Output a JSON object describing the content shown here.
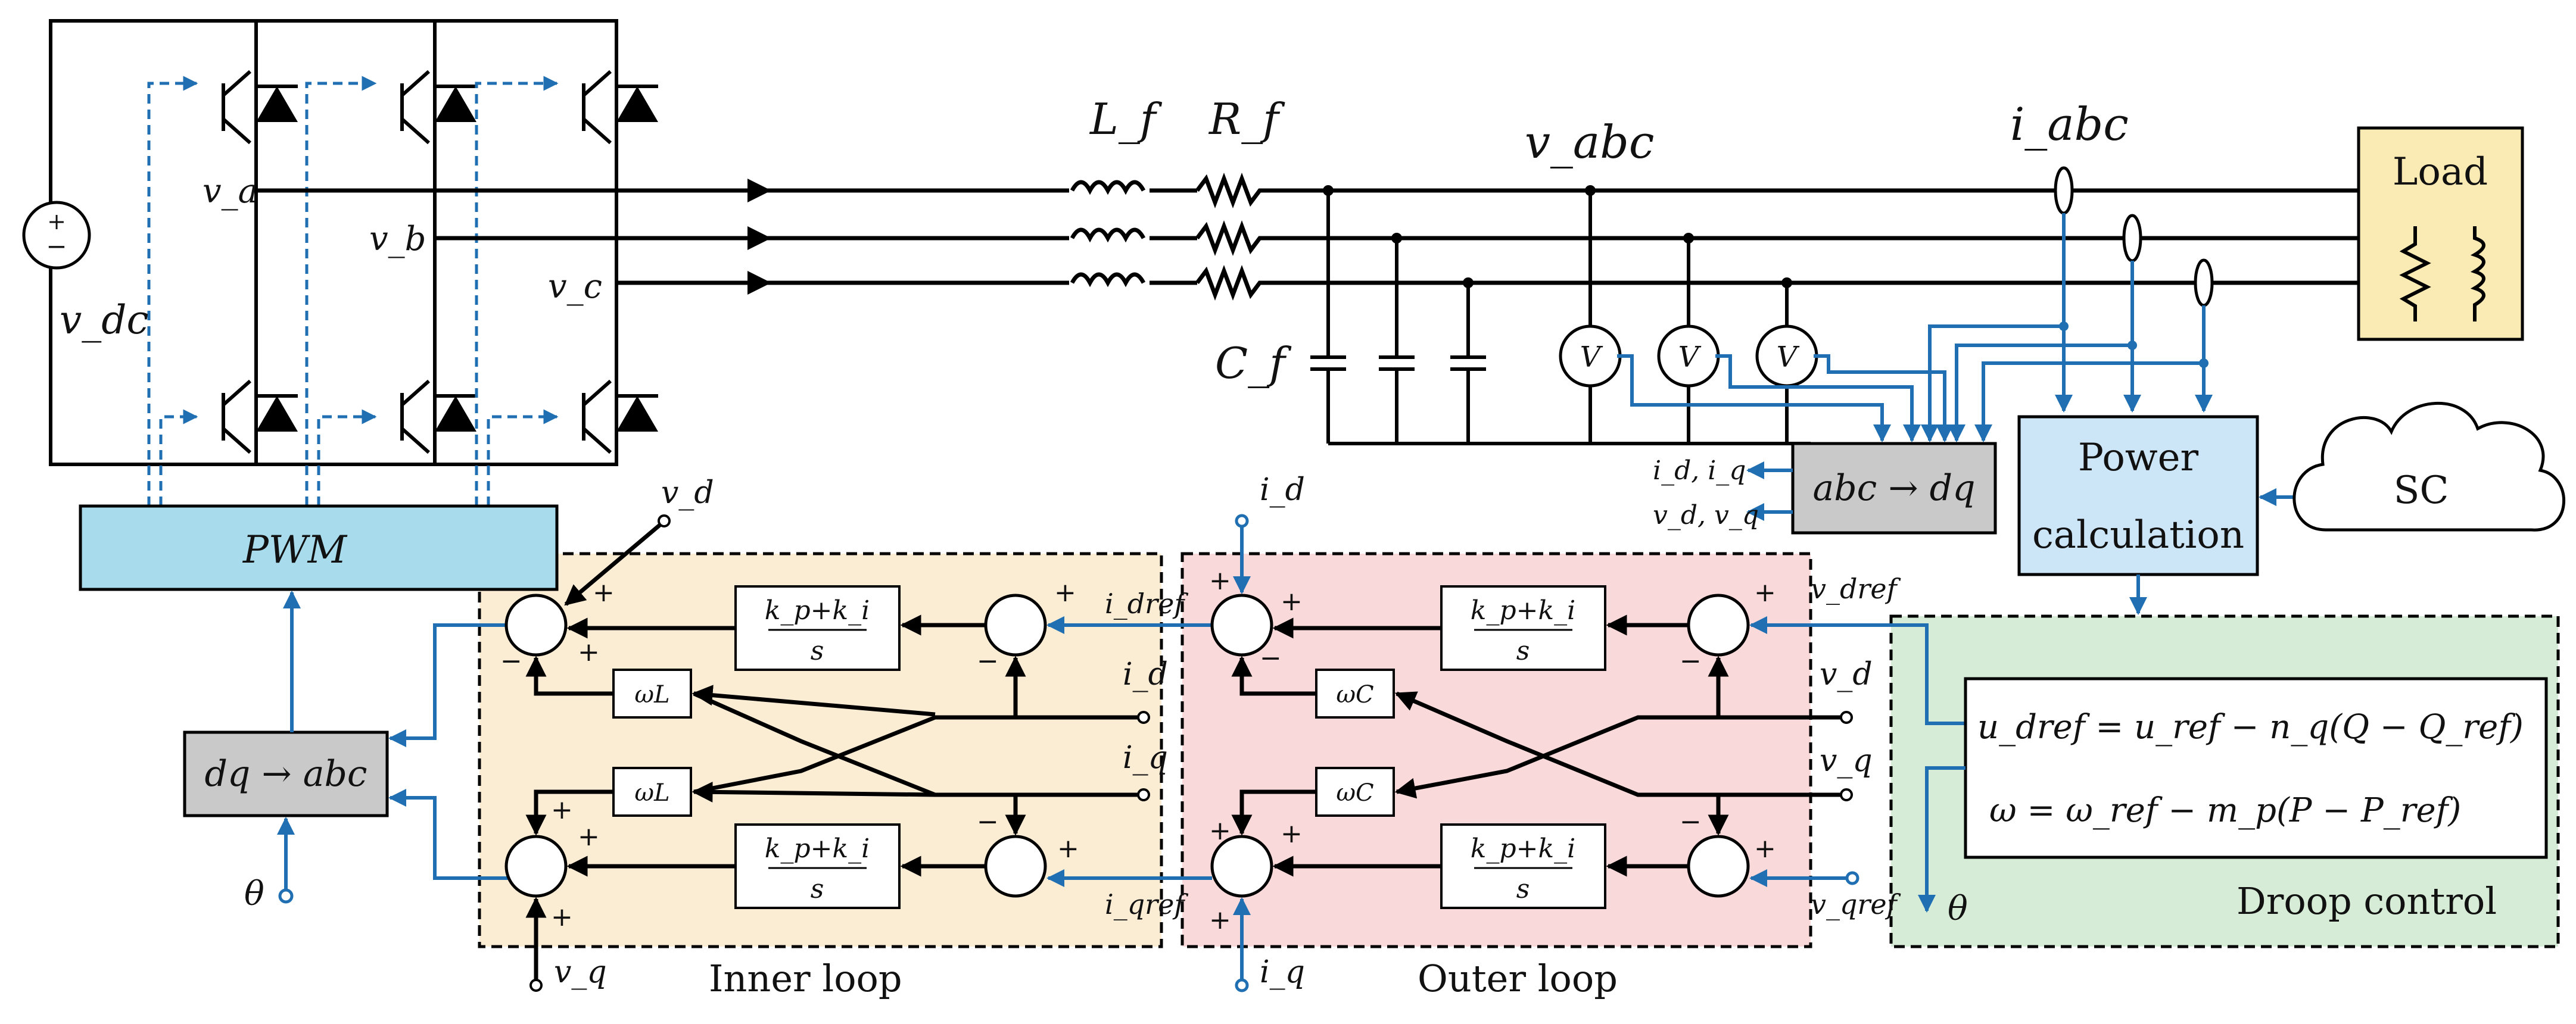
{
  "inverter": {
    "dc_source": "v_dc",
    "phase_a": "v_a",
    "phase_b": "v_b",
    "phase_c": "v_c",
    "pwm_label": "PWM"
  },
  "filter": {
    "inductor": "L_f",
    "resistor": "R_f",
    "capacitor": "C_f"
  },
  "grid": {
    "voltage_label": "v_abc",
    "current_label": "i_abc",
    "load_label": "Load",
    "voltmeter_symbol": "V"
  },
  "blocks": {
    "abc_dq": "abc → dq",
    "dq_abc": "dq → abc",
    "power_calc_line1": "Power",
    "power_calc_line2": "calculation",
    "sc": "SC",
    "droop_title": "Droop control",
    "droop_eq1": "u_dref = u_ref − n_q(Q − Q_ref)",
    "droop_eq2": "ω = ω_ref − m_p(P − P_ref)",
    "pi_num": "k_p+k_i",
    "pi_den": "s",
    "omega_L": "ωL",
    "omega_C": "ωC"
  },
  "signals": {
    "id_iq": "i_d, i_q",
    "vd_vq": "v_d, v_q",
    "vd": "v_d",
    "vq": "v_q",
    "id": "i_d",
    "iq": "i_q",
    "idref": "i_dref",
    "iqref": "i_qref",
    "vdref": "v_dref",
    "vqref": "v_qref",
    "theta": "θ"
  },
  "loops": {
    "inner": "Inner loop",
    "outer": "Outer loop"
  },
  "colors": {
    "pwm_fill": "#a8dced",
    "inner_fill": "#fbecd4",
    "outer_fill": "#f9d9d9",
    "droop_fill": "#d6ecd6",
    "load_fill": "#faeab4",
    "power_fill": "#cce5f7",
    "converter_fill": "#c9c9c9",
    "signal_blue": "#1f6fb2"
  }
}
